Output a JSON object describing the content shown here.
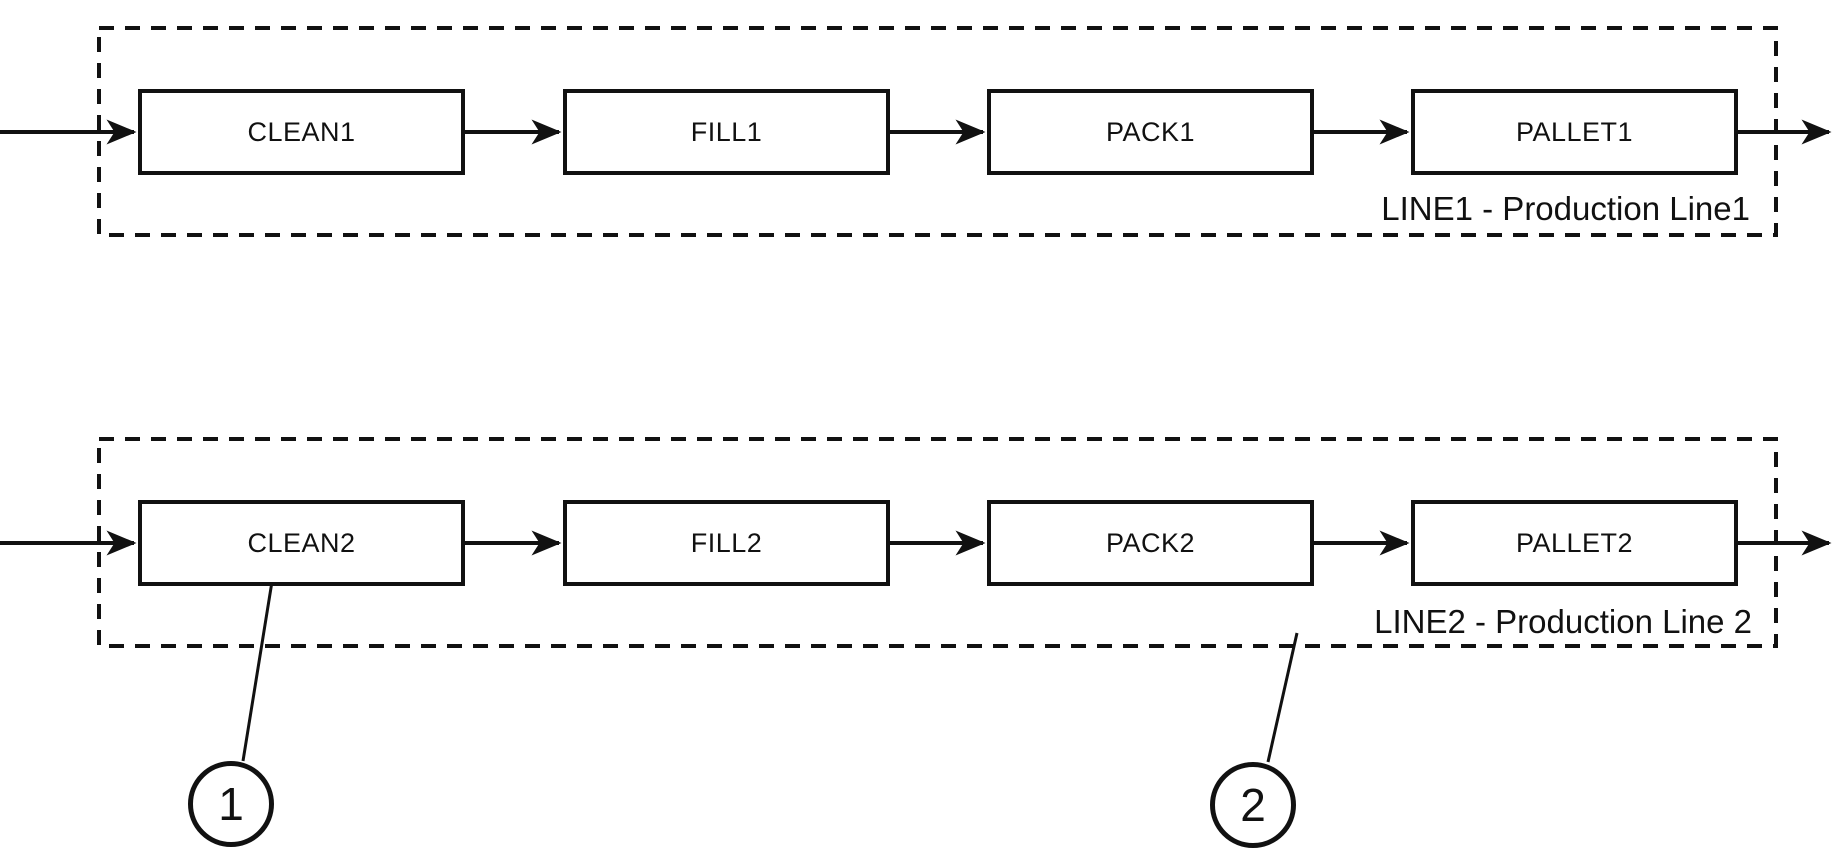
{
  "diagram": {
    "background_color": "#ffffff",
    "ink_color": "#111111",
    "production_lines": [
      {
        "label": "LINE1 - Production Line1",
        "stations": [
          "CLEAN1",
          "FILL1",
          "PACK1",
          "PALLET1"
        ]
      },
      {
        "label": "LINE2 - Production Line 2",
        "stations": [
          "CLEAN2",
          "FILL2",
          "PACK2",
          "PALLET2"
        ]
      }
    ],
    "callouts": [
      {
        "number": "1"
      },
      {
        "number": "2"
      }
    ]
  }
}
